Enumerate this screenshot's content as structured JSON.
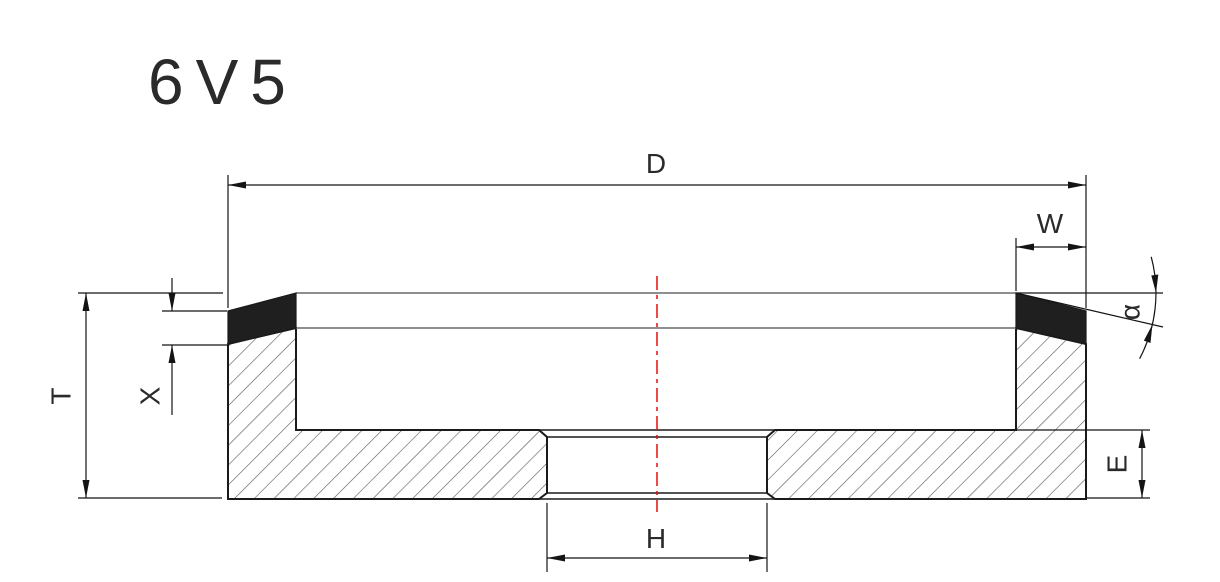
{
  "title": "6V5",
  "drawing": {
    "kind": "technical cross-section drawing",
    "subject": "6V5 grinding wheel profile with beveled abrasive rim",
    "dimension_labels": {
      "diameter": "D",
      "rim_width": "W",
      "bevel_angle": "α",
      "total_thickness": "T",
      "abrasive_depth": "X",
      "back_thickness": "E",
      "bore_diameter": "H"
    }
  },
  "colors": {
    "background": "#ffffff",
    "outline": "#1a1a1a",
    "abrasive_fill": "#1f1f1f",
    "centerline": "#e80c0c",
    "hidden_edge_gray": "#7f7f7f",
    "hatch": "#565656",
    "dim_line": "#141414",
    "text": "#2a2a2a"
  }
}
